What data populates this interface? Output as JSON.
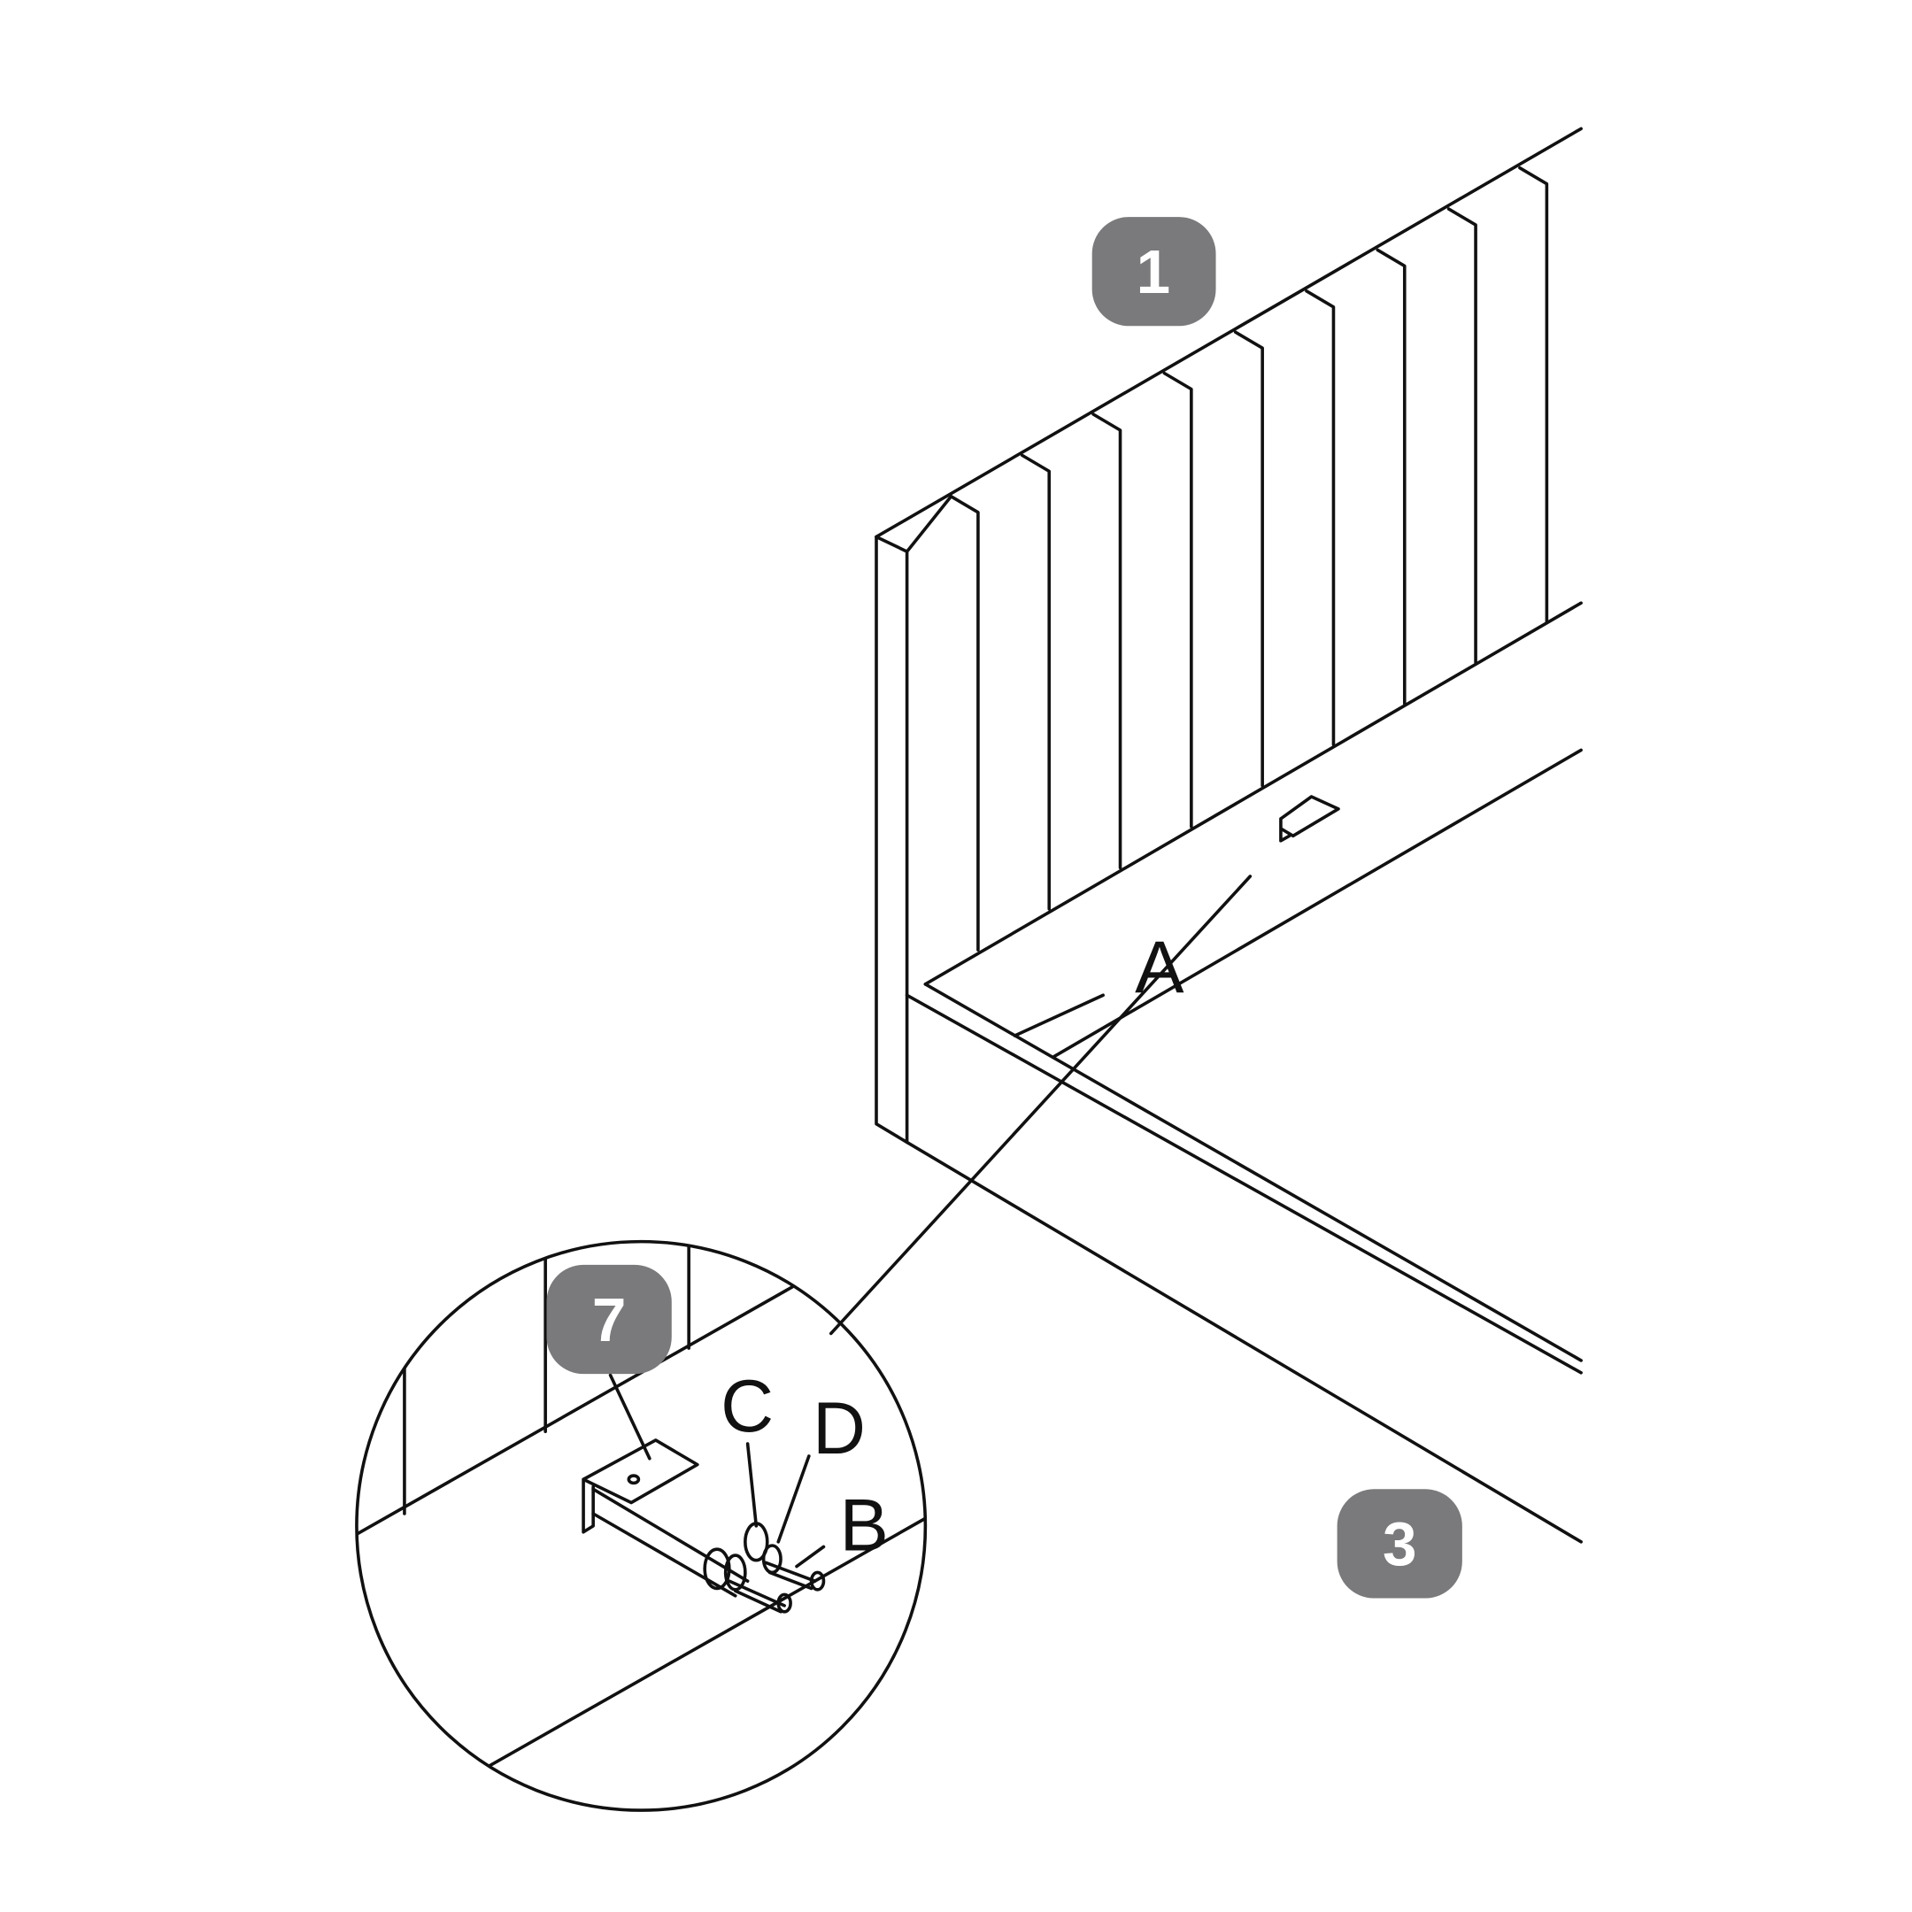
{
  "diagram": {
    "step_badges": {
      "headboard": "1",
      "detail": "7",
      "side_rail": "3"
    },
    "part_labels": {
      "a": "A",
      "b": "B",
      "c": "C",
      "d": "D"
    },
    "colors": {
      "badge": "#7a7a7c",
      "line": "#111111",
      "background": "#ffffff"
    }
  }
}
